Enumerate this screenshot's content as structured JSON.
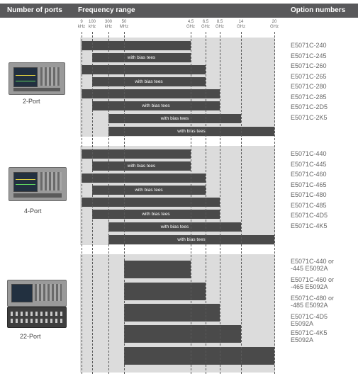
{
  "header": {
    "col_ports": "Number of ports",
    "col_range": "Frequency range",
    "col_options": "Option numbers"
  },
  "ticks": [
    {
      "line1": "9",
      "line2": "kHz"
    },
    {
      "line1": "100",
      "line2": "kHz"
    },
    {
      "line1": "300",
      "line2": "kHz"
    },
    {
      "line1": "50",
      "line2": "MHz"
    },
    {
      "line1": "4.5",
      "line2": "GHz"
    },
    {
      "line1": "6.5",
      "line2": "GHz"
    },
    {
      "line1": "8.5",
      "line2": "GHz"
    },
    {
      "line1": "14",
      "line2": "GHz"
    },
    {
      "line1": "20",
      "line2": "GHz"
    }
  ],
  "bias_label": "with bias tees",
  "sections": [
    {
      "port_label": "2-Port",
      "rows": [
        {
          "option": "E5071C-240",
          "from": "9 kHz",
          "to": "4.5 GHz",
          "bias_tees": false
        },
        {
          "option": "E5071C-245",
          "from": "100 kHz",
          "to": "4.5 GHz",
          "bias_tees": true
        },
        {
          "option": "E5071C-260",
          "from": "9 kHz",
          "to": "6.5 GHz",
          "bias_tees": false
        },
        {
          "option": "E5071C-265",
          "from": "100 kHz",
          "to": "6.5 GHz",
          "bias_tees": true
        },
        {
          "option": "E5071C-280",
          "from": "9 kHz",
          "to": "8.5 GHz",
          "bias_tees": false
        },
        {
          "option": "E5071C-285",
          "from": "100 kHz",
          "to": "8.5 GHz",
          "bias_tees": true
        },
        {
          "option": "E5071C-2D5",
          "from": "300 kHz",
          "to": "14 GHz",
          "bias_tees": true
        },
        {
          "option": "E5071C-2K5",
          "from": "300 kHz",
          "to": "20 GHz",
          "bias_tees": true
        }
      ]
    },
    {
      "port_label": "4-Port",
      "rows": [
        {
          "option": "E5071C-440",
          "from": "9 kHz",
          "to": "4.5 GHz",
          "bias_tees": false
        },
        {
          "option": "E5071C-445",
          "from": "100 kHz",
          "to": "4.5 GHz",
          "bias_tees": true
        },
        {
          "option": "E5071C-460",
          "from": "9 kHz",
          "to": "6.5 GHz",
          "bias_tees": false
        },
        {
          "option": "E5071C-465",
          "from": "100 kHz",
          "to": "6.5 GHz",
          "bias_tees": true
        },
        {
          "option": "E5071C-480",
          "from": "9 kHz",
          "to": "8.5 GHz",
          "bias_tees": false
        },
        {
          "option": "E5071C-485",
          "from": "100 kHz",
          "to": "8.5 GHz",
          "bias_tees": true
        },
        {
          "option": "E5071C-4D5",
          "from": "300 kHz",
          "to": "14 GHz",
          "bias_tees": true
        },
        {
          "option": "E5071C-4K5",
          "from": "300 kHz",
          "to": "20 GHz",
          "bias_tees": true
        }
      ]
    },
    {
      "port_label": "22-Port",
      "rows": [
        {
          "option_lines": [
            "E5071C-440 or",
            "-445 E5092A"
          ],
          "from": "50 MHz",
          "to": "4.5 GHz"
        },
        {
          "option_lines": [
            "E5071C-460 or",
            "-465 E5092A"
          ],
          "from": "50 MHz",
          "to": "6.5 GHz"
        },
        {
          "option_lines": [
            "E5071C-480 or",
            "-485 E5092A"
          ],
          "from": "50 MHz",
          "to": "8.5 GHz"
        },
        {
          "option_lines": [
            "E5071C-4D5",
            "E5092A"
          ],
          "from": "50 MHz",
          "to": "14 GHz"
        },
        {
          "option_lines": [
            "E5071C-4K5",
            "E5092A"
          ],
          "from": "50 MHz",
          "to": "20 GHz"
        }
      ]
    }
  ],
  "colors": {
    "header_bg": "#59595b",
    "band_bg": "#dcdcdc",
    "bar": "#4a4a4a",
    "option_text": "#666666"
  }
}
